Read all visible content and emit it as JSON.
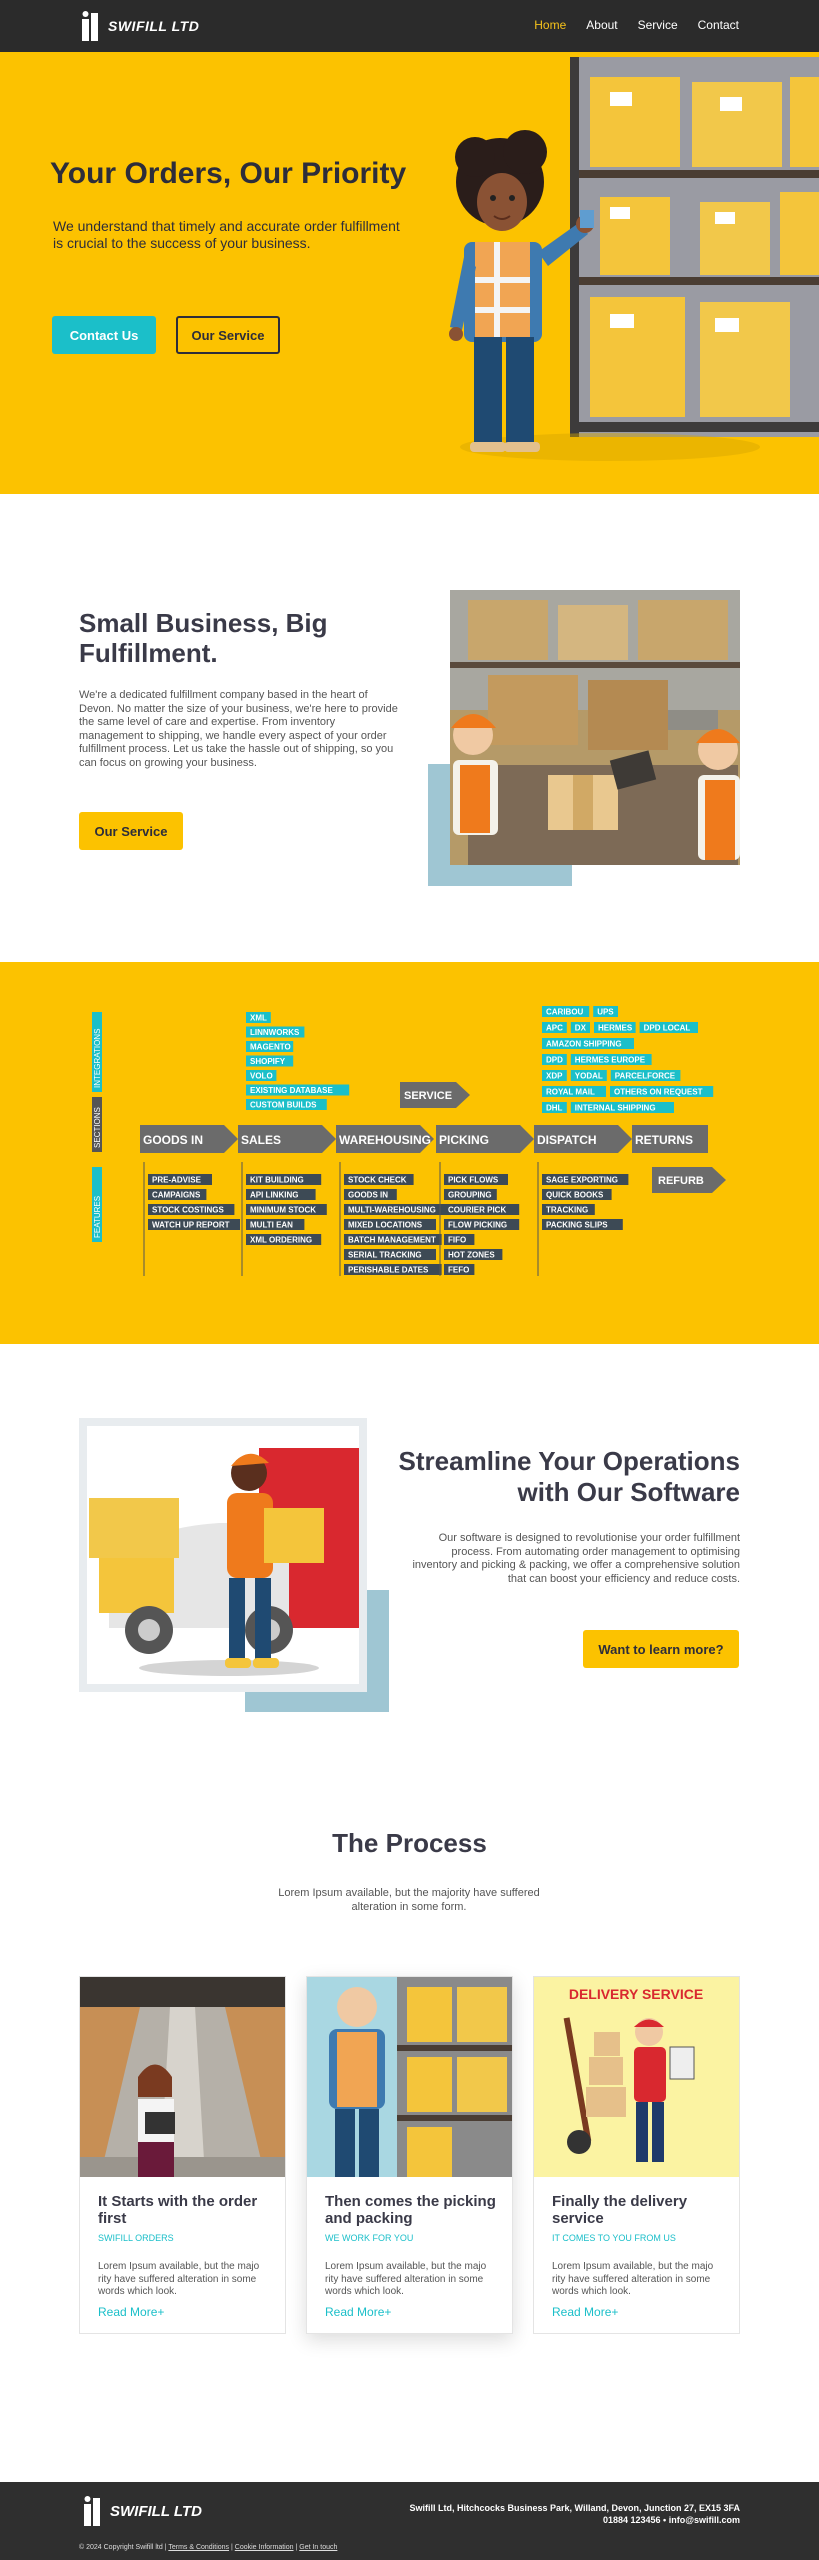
{
  "nav": {
    "brand": "SWIFILL LTD",
    "links": [
      "Home",
      "About",
      "Service",
      "Contact"
    ]
  },
  "hero": {
    "title": "Your Orders, Our Priority",
    "text": "We understand that timely and accurate order fulfillment is crucial to the success of your business.",
    "primary_button": "Contact Us",
    "secondary_button": "Our Service"
  },
  "fulfillment": {
    "title": "Small Business, Big Fulfillment.",
    "text": "We're a dedicated fulfillment company based in the heart of Devon. No matter the size of your business, we're here to provide the same level of care and expertise. From inventory management to shipping, we handle every aspect of your order fulfillment process. Let us take the hassle out of shipping, so you can focus on growing your business.",
    "button": "Our Service"
  },
  "diagram": {
    "side_labels": [
      "INTEGRATIONS",
      "SECTIONS",
      "FEATURES"
    ],
    "stages": [
      "GOODS IN",
      "SALES",
      "WAREHOUSING",
      "PICKING",
      "DISPATCH",
      "RETURNS"
    ],
    "service_label": "SERVICE",
    "refurb_label": "REFURB",
    "sales_integrations": [
      "XML",
      "LINNWORKS",
      "MAGENTO",
      "SHOPIFY",
      "VOLO",
      "EXISTING DATABASE",
      "CUSTOM BUILDS"
    ],
    "dispatch_integrations": [
      [
        "CARIBOU",
        "UPS"
      ],
      [
        "APC",
        "DX",
        "HERMES",
        "DPD LOCAL"
      ],
      [
        "AMAZON SHIPPING"
      ],
      [
        "DPD",
        "HERMES EUROPE"
      ],
      [
        "XDP",
        "YODAL",
        "PARCELFORCE"
      ],
      [
        "ROYAL MAIL",
        "OTHERS ON REQUEST"
      ],
      [
        "DHL",
        "INTERNAL SHIPPING"
      ]
    ],
    "features": {
      "goods_in": [
        "PRE-ADVISE",
        "CAMPAIGNS",
        "STOCK COSTINGS",
        "WATCH UP REPORT"
      ],
      "sales": [
        "KIT BUILDING",
        "API LINKING",
        "MINIMUM STOCK",
        "MULTI EAN",
        "XML ORDERING"
      ],
      "warehousing": [
        "STOCK CHECK",
        "GOODS IN",
        "MULTI-WAREHOUSING",
        "MIXED LOCATIONS",
        "BATCH MANAGEMENT",
        "SERIAL TRACKING",
        "PERISHABLE DATES"
      ],
      "picking": [
        "PICK FLOWS",
        "GROUPING",
        "COURIER PICK",
        "FLOW PICKING",
        "FIFO",
        "HOT ZONES",
        "FEFO"
      ],
      "dispatch": [
        "SAGE EXPORTING",
        "QUICK BOOKS",
        "TRACKING",
        "PACKING SLIPS"
      ]
    }
  },
  "software": {
    "title": "Streamline Your  Operations with Our Software",
    "text": "Our software is designed to revolutionise your order fulfillment  process. From automating order management to optimising inventory and picking & packing, we offer a comprehensive solution that can boost your efficiency and reduce costs.",
    "button": "Want to learn more?"
  },
  "process": {
    "title": "The Process",
    "subtitle": "Lorem Ipsum available, but the majority have suffered alteration in some form.",
    "cards": [
      {
        "title": "It Starts with the order first",
        "tag": "SWIFILL ORDERS",
        "body": "Lorem Ipsum available, but the majo rity have suffered alteration in some words which look.",
        "more": "Read More+"
      },
      {
        "title": "Then comes the picking and packing",
        "tag": "WE WORK FOR YOU",
        "body": "Lorem Ipsum available, but the majo rity have suffered alteration in some words which look.",
        "more": "Read More+"
      },
      {
        "title": "Finally the delivery service",
        "tag": "IT COMES TO YOU FROM US",
        "body": "Lorem Ipsum available, but the majo rity have suffered alteration in some words which look.",
        "more": "Read More+"
      }
    ],
    "delivery_banner": "DELIVERY SERVICE"
  },
  "footer": {
    "brand": "SWIFILL LTD",
    "address": "Swifill Ltd, Hitchcocks Business Park, Willand, Devon, Junction 27, EX15 3FA",
    "contact": "01884 123456 •  info@swifill.com",
    "copyright": "© 2024 Copyright Swifill ltd |",
    "links": [
      "Terms & Conditions",
      "Cookie Information",
      "Get In touch"
    ]
  },
  "colors": {
    "yellow": "#fcc200",
    "teal": "#1bbfc9",
    "dark": "#2b2b2b",
    "navy_text": "#2d2d3a"
  }
}
